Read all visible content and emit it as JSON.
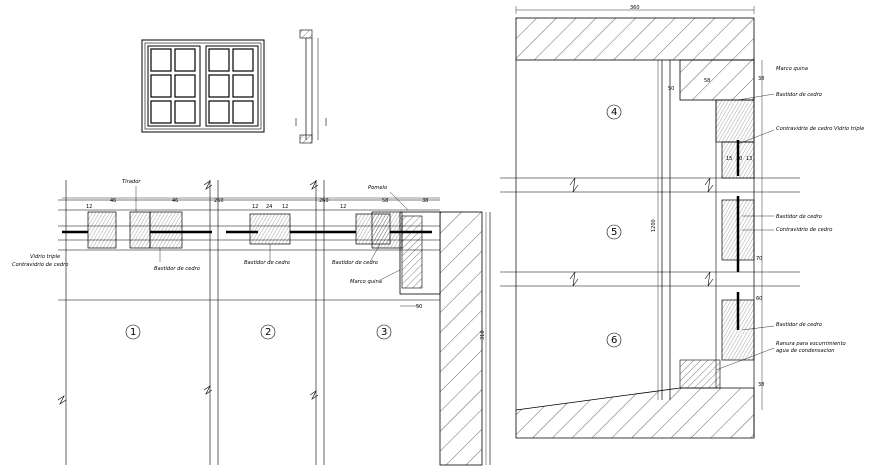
{
  "labels": {
    "tirador": "Tirador",
    "pomelo": "Pomelo",
    "vidrio_triple": "Vidrio triple",
    "contravidrio_de_cedro": "Contravidrio de cedro",
    "bastidor_de_cedro": "Bastidor de cedro",
    "marco_quina": "Marco quina",
    "contravidrio_vidrio_triple": "Contravidrio de cedro Vidrio triple",
    "ranura": "Ranura para escurrimiento",
    "ranura_2": "agua de condensacion"
  },
  "panels": [
    "1",
    "2",
    "3",
    "4",
    "5",
    "6"
  ],
  "dims": {
    "top_section_width": "360",
    "section_height": "1200",
    "plan_height": "310",
    "plan_depth": "50",
    "d_46": "46",
    "d_260": "260",
    "d_12": "12",
    "d_24": "24",
    "d_38": "38",
    "d_58": "58",
    "d_15": "15",
    "d_10": "10",
    "d_13": "13",
    "d_50": "50",
    "d_70": "70",
    "d_60": "60"
  }
}
